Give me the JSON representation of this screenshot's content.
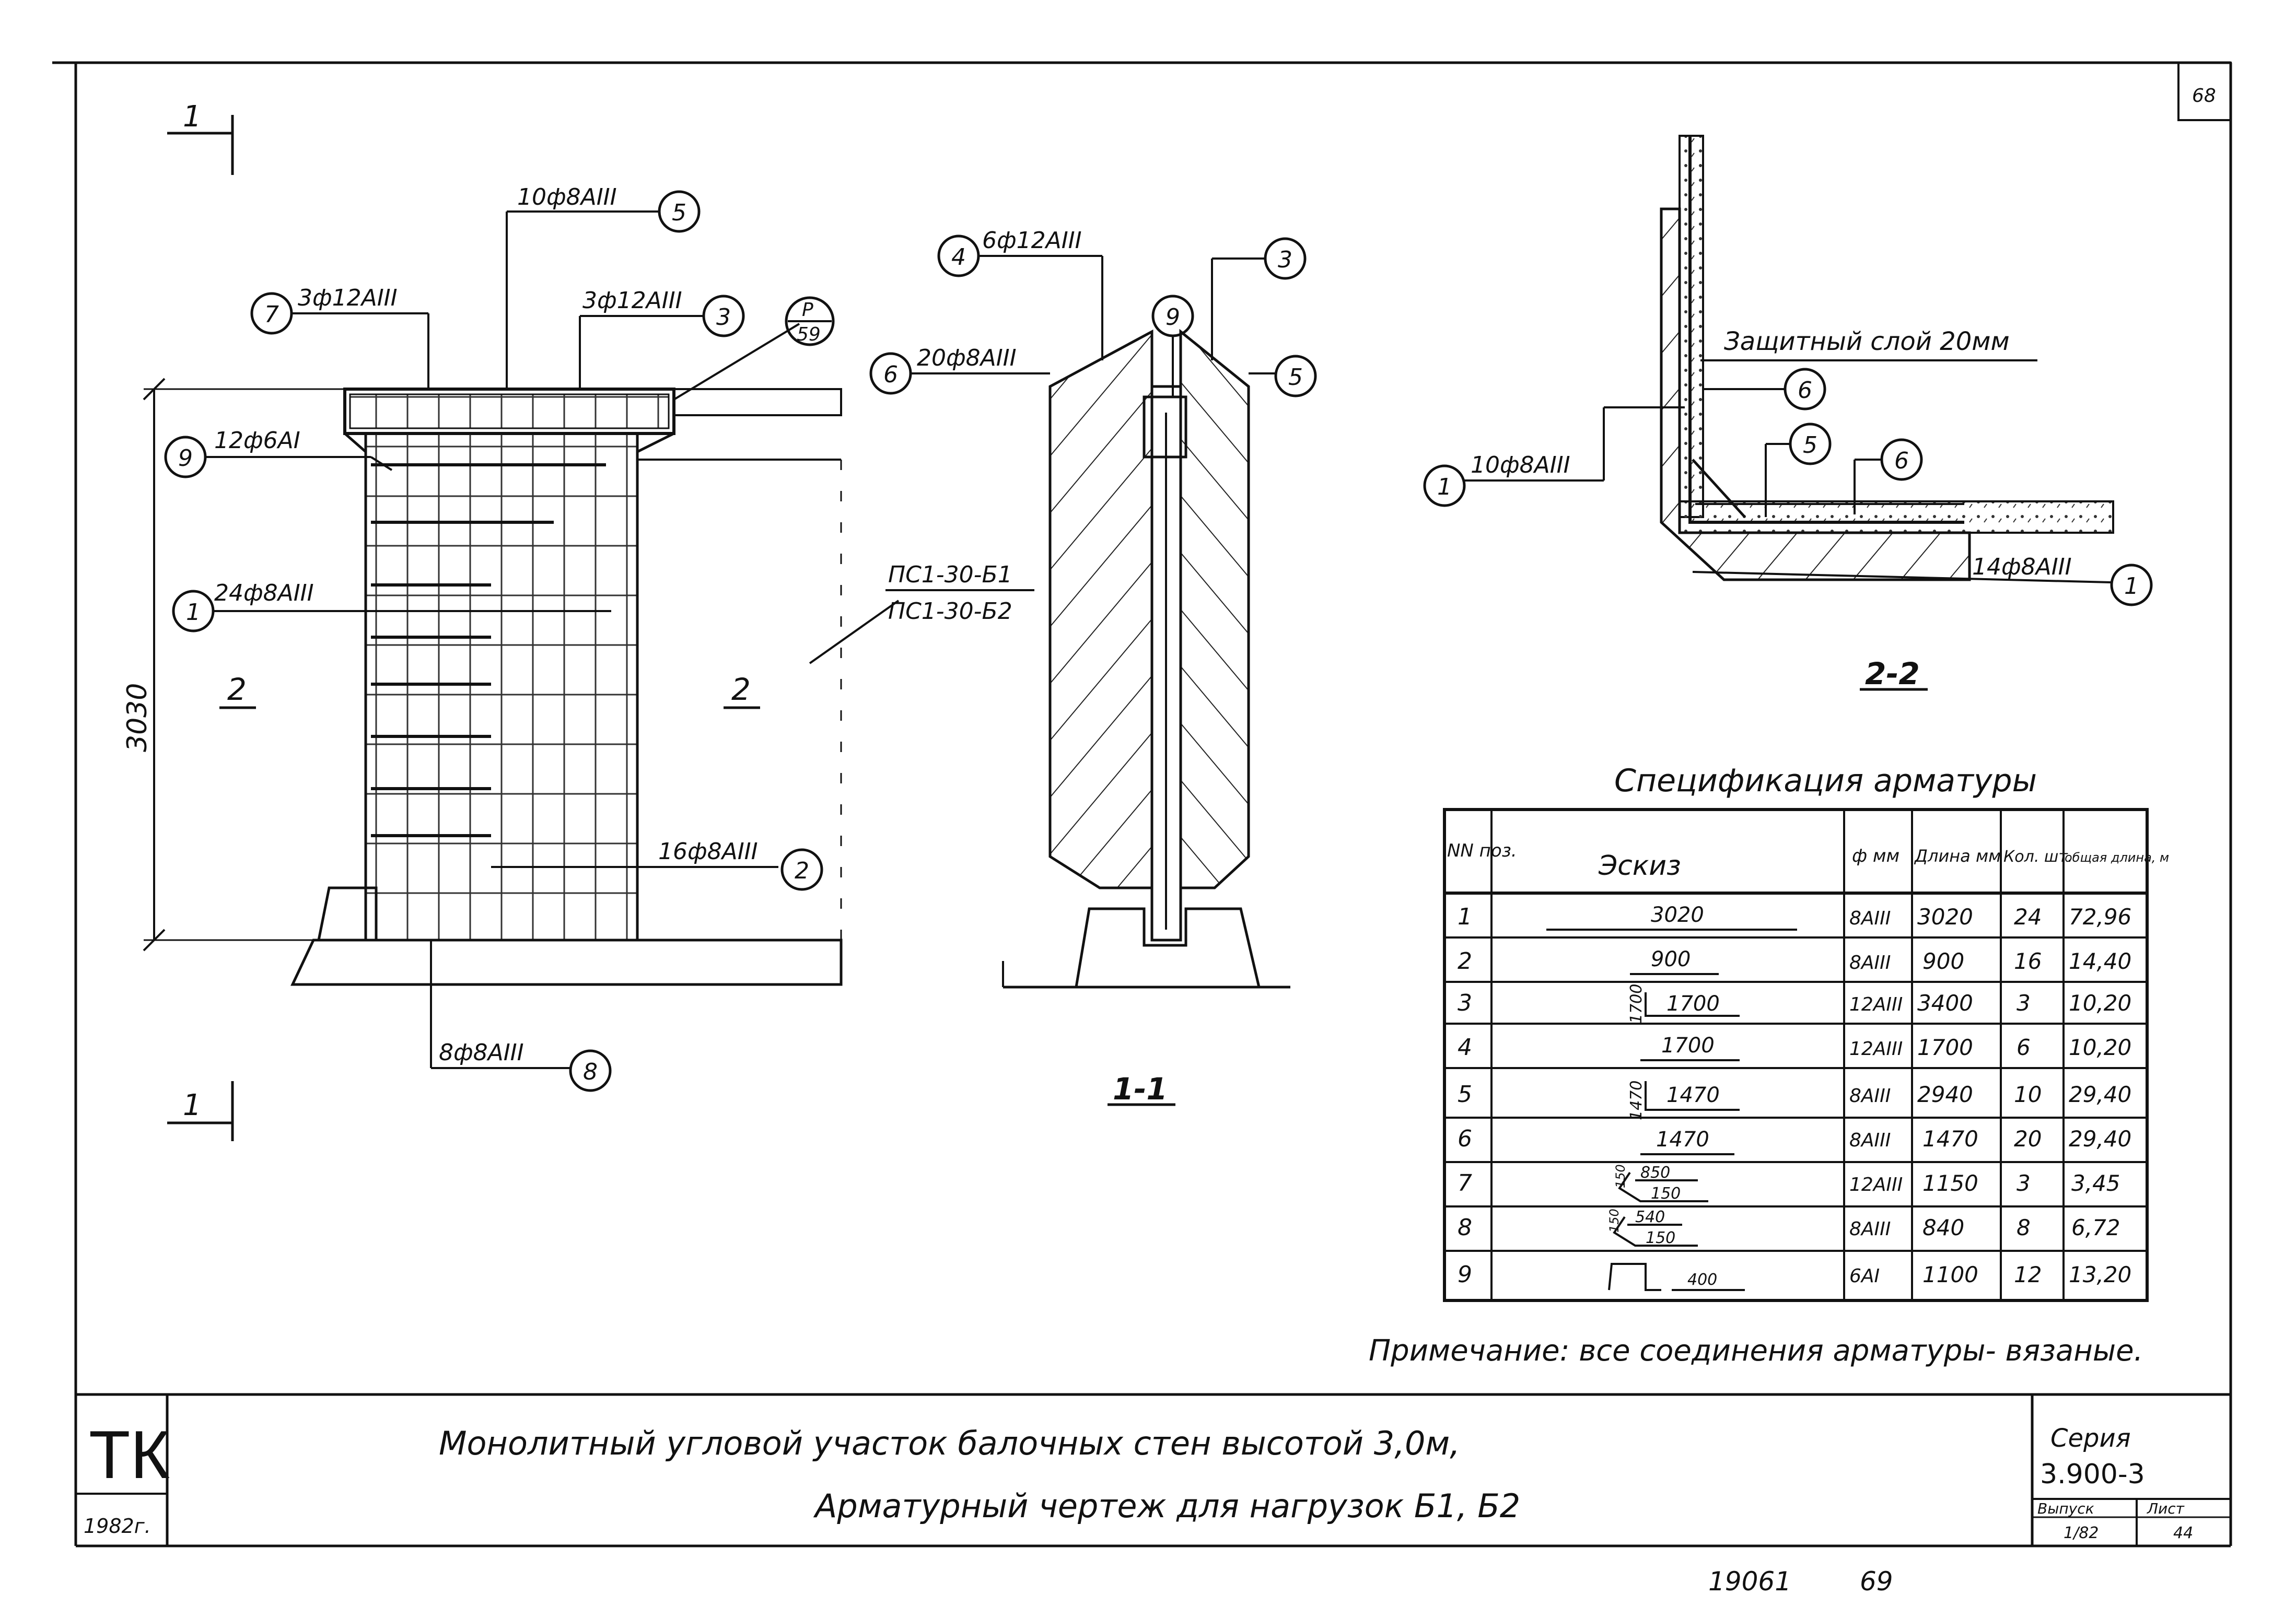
{
  "sheet": {
    "number": "68"
  },
  "section_marks": {
    "top": "1",
    "bottom": "1",
    "left_section": "2",
    "right_section": "2"
  },
  "elevation": {
    "dimension_height": "3030",
    "panel_labels": [
      "ПС1-30-Б1",
      "ПС1-30-Б2"
    ],
    "detail_ref_top": "Р",
    "detail_ref_bottom": "59",
    "callouts": [
      {
        "pos": "5",
        "text": "10ф8АIII"
      },
      {
        "pos": "7",
        "text": "3ф12АIII"
      },
      {
        "pos": "3",
        "text": "3ф12АIII"
      },
      {
        "pos": "9",
        "text": "12ф6АI"
      },
      {
        "pos": "1",
        "text": "24ф8АIII"
      },
      {
        "pos": "2",
        "text": "16ф8АIII"
      },
      {
        "pos": "8",
        "text": "8ф8АIII"
      }
    ]
  },
  "section_1_1": {
    "title": "1-1",
    "callouts": [
      {
        "pos": "4",
        "text": "6ф12АIII"
      },
      {
        "pos": "3",
        "text": ""
      },
      {
        "pos": "9",
        "text": ""
      },
      {
        "pos": "6",
        "text": "20ф8АIII"
      },
      {
        "pos": "5",
        "text": ""
      }
    ]
  },
  "section_2_2": {
    "title": "2-2",
    "cover_note": "Защитный слой 20мм",
    "callouts": [
      {
        "pos": "6",
        "text": ""
      },
      {
        "pos": "5",
        "text": ""
      },
      {
        "pos": "6",
        "text": ""
      },
      {
        "pos": "1",
        "text": "10ф8АIII"
      },
      {
        "pos": "1",
        "text": "14ф8АIII"
      }
    ]
  },
  "spec_table": {
    "title": "Спецификация арматуры",
    "headers": [
      "NN поз.",
      "Эскиз",
      "ф мм",
      "Длина мм",
      "Кол. шт.",
      "общая длина, м"
    ],
    "rows": [
      {
        "pos": "1",
        "sketch": "3020",
        "dia": "8АIII",
        "len": "3020",
        "qty": "24",
        "total": "72,96"
      },
      {
        "pos": "2",
        "sketch": "900",
        "dia": "8АIII",
        "len": "900",
        "qty": "16",
        "total": "14,40"
      },
      {
        "pos": "3",
        "sketch": "1700",
        "sketch_b": "1700",
        "dia": "12АIII",
        "len": "3400",
        "qty": "3",
        "total": "10,20"
      },
      {
        "pos": "4",
        "sketch": "1700",
        "dia": "12АIII",
        "len": "1700",
        "qty": "6",
        "total": "10,20"
      },
      {
        "pos": "5",
        "sketch": "1470",
        "sketch_b": "1470",
        "dia": "8АIII",
        "len": "2940",
        "qty": "10",
        "total": "29,40"
      },
      {
        "pos": "6",
        "sketch": "1470",
        "dia": "8АIII",
        "len": "1470",
        "qty": "20",
        "total": "29,40"
      },
      {
        "pos": "7",
        "sketch": "850",
        "sketch_b": "150",
        "sketch_c": "150",
        "dia": "12АIII",
        "len": "1150",
        "qty": "3",
        "total": "3,45"
      },
      {
        "pos": "8",
        "sketch": "540",
        "sketch_b": "150",
        "sketch_c": "150",
        "dia": "8АIII",
        "len": "840",
        "qty": "8",
        "total": "6,72"
      },
      {
        "pos": "9",
        "sketch": "400",
        "sketch_b": "",
        "sketch_c": "",
        "dia": "6АI",
        "len": "1100",
        "qty": "12",
        "total": "13,20"
      }
    ]
  },
  "note": "Примечание: все соединения арматуры- вязаные.",
  "title_block": {
    "logo": "ТК",
    "year": "1982г.",
    "title_line1": "Монолитный угловой участок   балочных  стен  высотой 3,0м,",
    "title_line2": "Арматурный чертеж  для  нагрузок Б1, Б2",
    "series_label": "Серия",
    "series_value": "3.900-3",
    "issue_label": "Выпуск",
    "issue_value": "1/82",
    "sheet_label": "Лист",
    "sheet_value": "44"
  },
  "footer": {
    "archive": "19061",
    "page": "69"
  }
}
